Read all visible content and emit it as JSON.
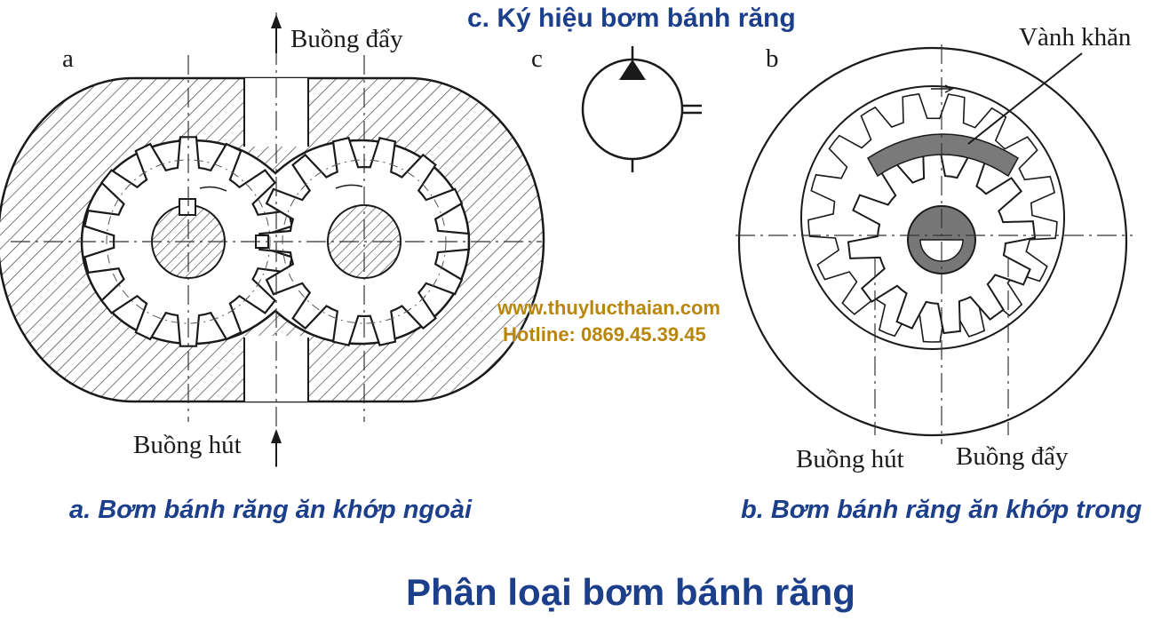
{
  "header": {
    "symbol_title": "c. Ký hiệu bơm bánh răng"
  },
  "panel_a": {
    "letter": "a",
    "discharge_label": "Buồng đẩy",
    "suction_label": "Buồng hút",
    "caption": "a. Bơm bánh răng ăn khớp ngoài"
  },
  "panel_b": {
    "letter": "b",
    "crescent_label": "Vành khăn",
    "suction_label": "Buồng hút",
    "discharge_label": "Buồng đẩy",
    "caption": "b. Bơm bánh răng ăn khớp trong"
  },
  "panel_c": {
    "letter": "c"
  },
  "watermark": {
    "website": "www.thuylucthaian.com",
    "hotline": "Hotline: 0869.45.39.45"
  },
  "footer": {
    "title": "Phân loại bơm bánh răng"
  },
  "colors": {
    "caption_blue": "#1c3f8c",
    "watermark_gold": "#b8860b",
    "line": "#1a1a1a"
  }
}
